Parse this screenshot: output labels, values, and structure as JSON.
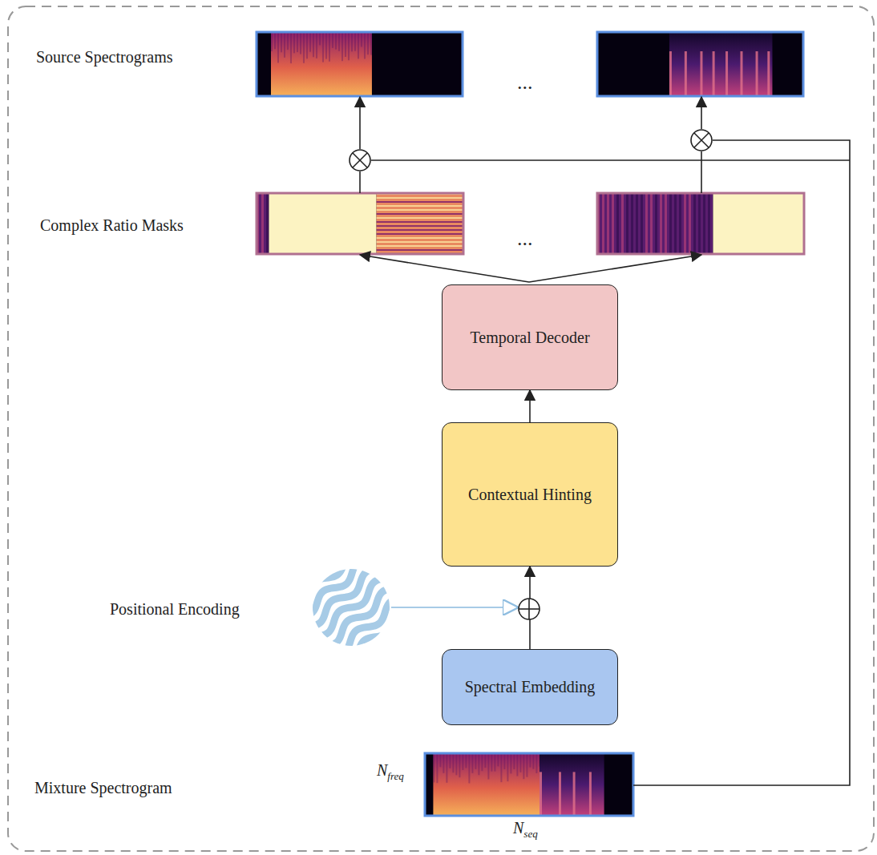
{
  "diagram": {
    "nodes": [
      {
        "text": [
          "Spectral Embedding"
        ]
      },
      {
        "text": [
          "Contextual Hinting"
        ]
      },
      {
        "text": [
          "Temporal Decoder"
        ]
      }
    ],
    "edges": [
      {
        "from": 0,
        "to": 1,
        "arrow": "to"
      },
      {
        "from": 1,
        "to": 2,
        "arrow": "to"
      }
    ],
    "labels": [
      "Source Spectrograms",
      "...",
      "Complex Ratio Masks",
      "...",
      "Positional Encoding",
      "Mixture Spectrogram",
      "Nfreq",
      "Nseq"
    ]
  }
}
